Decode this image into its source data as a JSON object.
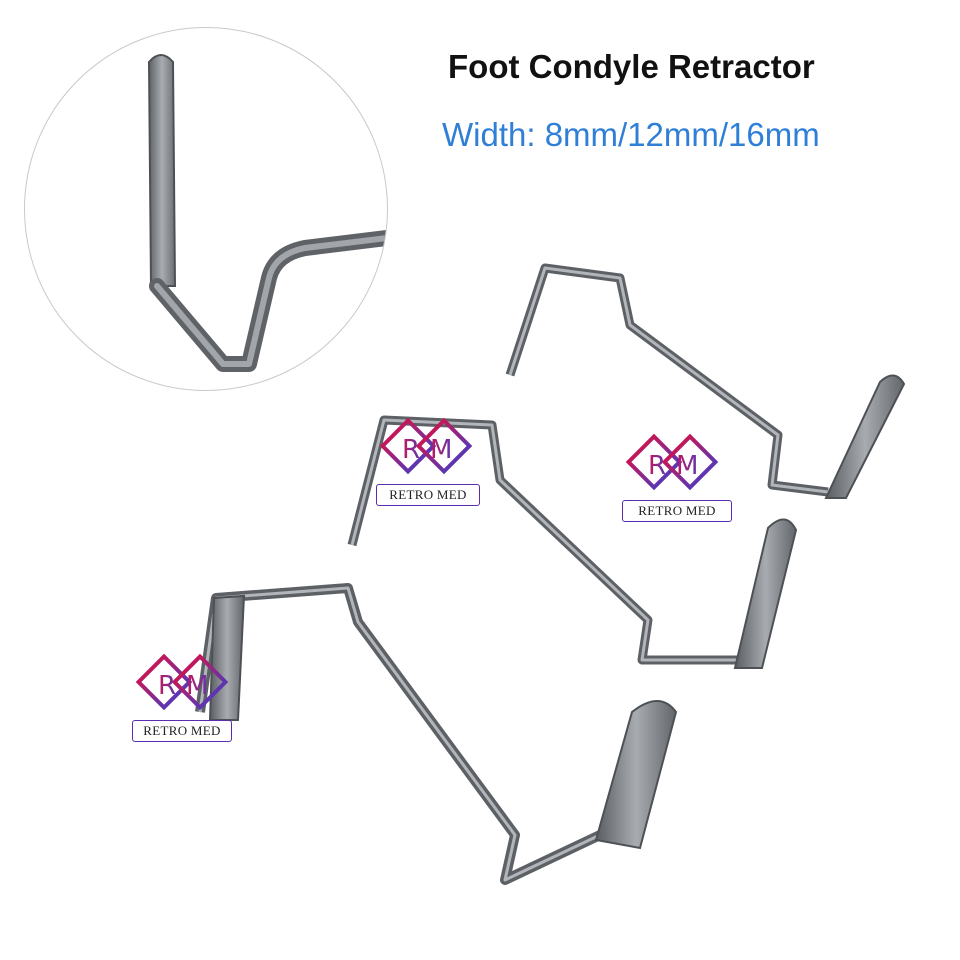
{
  "title": "Foot Condyle Retractor",
  "subtitle": "Width: 8mm/12mm/16mm",
  "watermark": {
    "brand_text": "RETRO MED",
    "gradient_start": "#c2185b",
    "gradient_end": "#5e35b1"
  },
  "colors": {
    "title": "#111111",
    "subtitle": "#2f7fd6",
    "metal": "#7a7d82"
  }
}
